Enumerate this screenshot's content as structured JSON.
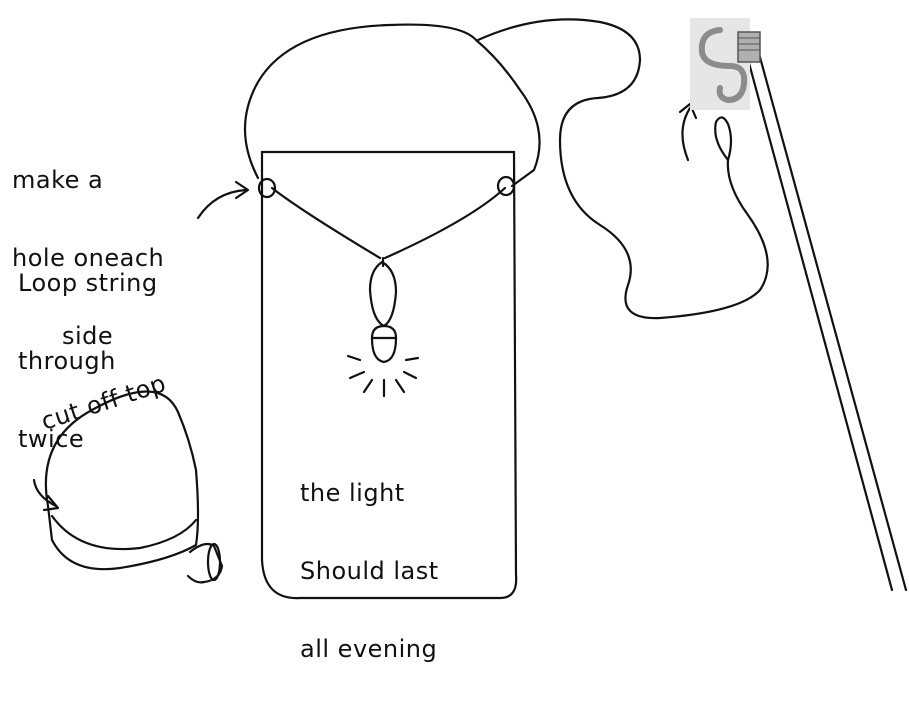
{
  "labels": {
    "make_hole": [
      "make a",
      "hole oneach",
      "side"
    ],
    "loop_string": [
      "Loop string",
      "through",
      "twice"
    ],
    "cut_off_top": "cut off top",
    "light_lasts": [
      "the light",
      "Should last",
      "all evening"
    ]
  },
  "colors": {
    "ink": "#111111",
    "background": "#ffffff",
    "hook_grey": "#9a9a9a",
    "tape": "#b0b0b0"
  },
  "icons": {
    "candle": "tea-light-candle",
    "hook": "s-hook",
    "arrow_curved": "curved-arrow"
  }
}
